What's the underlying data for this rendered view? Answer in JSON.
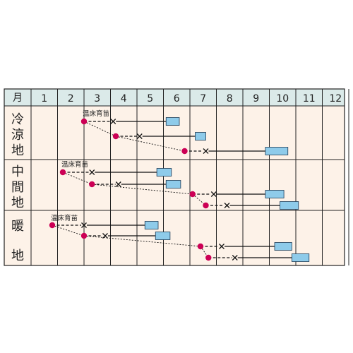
{
  "header": {
    "corner_label": "月",
    "months": [
      "1",
      "2",
      "3",
      "4",
      "5",
      "6",
      "7",
      "8",
      "9",
      "10",
      "11",
      "12"
    ]
  },
  "colors": {
    "header_bg": "#dbeae9",
    "body_bg": "#fdf2e8",
    "grid": "#222222",
    "sowing_dot": "#cc0055",
    "harvest_box": "#8ecbea",
    "line": "#111111"
  },
  "regions": [
    {
      "name": "冷涼地",
      "label_chars": [
        "冷",
        "涼",
        "地"
      ],
      "note": "温床育苗",
      "schedules": [
        {
          "sow": 3.0,
          "plant": 4.1,
          "harvest_start": 6.1,
          "harvest_end": 6.6
        },
        {
          "sow": 4.2,
          "plant": 5.1,
          "harvest_start": 7.2,
          "harvest_end": 7.6
        },
        {
          "sow": 6.8,
          "plant": 7.6,
          "harvest_start": 9.85,
          "harvest_end": 10.7
        }
      ]
    },
    {
      "name": "中間地",
      "label_chars": [
        "中",
        "間",
        "地"
      ],
      "note": "温床育苗",
      "schedules": [
        {
          "sow": 2.2,
          "plant": 3.3,
          "harvest_start": 5.75,
          "harvest_end": 6.3
        },
        {
          "sow": 3.3,
          "plant": 4.3,
          "harvest_start": 6.1,
          "harvest_end": 6.65
        },
        {
          "sow": 7.1,
          "plant": 7.9,
          "harvest_start": 9.85,
          "harvest_end": 10.55
        },
        {
          "sow": 7.6,
          "plant": 8.4,
          "harvest_start": 10.4,
          "harvest_end": 11.1
        }
      ]
    },
    {
      "name": "暖地",
      "label_chars": [
        "暖",
        "地"
      ],
      "note": "温床育苗",
      "schedules": [
        {
          "sow": 1.8,
          "plant": 3.0,
          "harvest_start": 5.3,
          "harvest_end": 5.8
        },
        {
          "sow": 3.0,
          "plant": 3.8,
          "harvest_start": 5.7,
          "harvest_end": 6.25
        },
        {
          "sow": 7.4,
          "plant": 8.2,
          "harvest_start": 10.2,
          "harvest_end": 10.85
        },
        {
          "sow": 7.7,
          "plant": 8.7,
          "harvest_start": 10.85,
          "harvest_end": 11.5
        }
      ]
    }
  ]
}
